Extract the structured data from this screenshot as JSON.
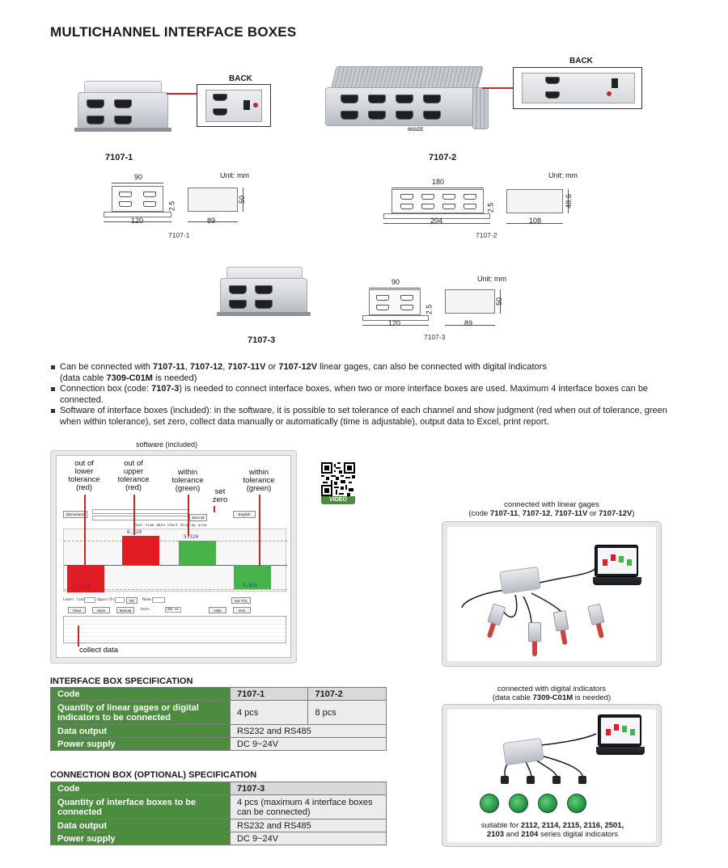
{
  "page_title": "MULTICHANNEL INTERFACE BOXES",
  "products": {
    "back_label": "BACK",
    "model_1": "7107-1",
    "model_2": "7107-2",
    "model_3": "7107-3",
    "brand": "INSIZE"
  },
  "dimensions": {
    "unit_label": "Unit: mm",
    "d7107_1": {
      "width_top": "90",
      "width_base": "120",
      "side_len": "89",
      "height": "50",
      "offset": "2.5",
      "caption": "7107-1"
    },
    "d7107_2": {
      "width_top": "180",
      "width_base": "204",
      "side_len": "108",
      "height": "48.6",
      "offset": "2.5",
      "caption": "7107-2"
    },
    "d7107_3": {
      "width_top": "90",
      "width_base": "120",
      "side_len": "89",
      "height": "50",
      "offset": "2.5",
      "caption": "7107-3"
    }
  },
  "bullets": {
    "b1_pre": "Can be connected with ",
    "b1_m1": "7107-11",
    "b1_sep1": ", ",
    "b1_m2": "7107-12",
    "b1_sep2": ", ",
    "b1_m3": "7107-11V",
    "b1_or": " or ",
    "b1_m4": "7107-12V",
    "b1_mid": " linear gages, can also be connected with digital indicators",
    "b1_l2_pre": "(data cable ",
    "b1_cable": "7309-C01M",
    "b1_l2_post": " is needed)",
    "b2_pre": "Connection box (code: ",
    "b2_code": "7107-3",
    "b2_post": ") is needed to connect interface boxes, when two or more interface boxes are used. Maximum 4 interface boxes can be connected.",
    "b3": "Software of interface boxes (included): in the software, it is possible to set tolerance of each channel and show judgment (red when out of tolerance, green when within tolerance), set zero, collect data manually or automatically (time is adjustable), output data to Excel, print report."
  },
  "software": {
    "caption": "software (included)",
    "ann_lower": "out of lower tolerance (red)",
    "ann_upper": "out of upper tolerance (red)",
    "ann_within1": "within tolerance (green)",
    "ann_setzero": "set zero",
    "ann_within2": "within tolerance (green)",
    "ann_collect": "collect data",
    "chart_title": "Real time data chart display area",
    "bar_values": [
      "- 7.220",
      "6.220",
      "5.320",
      "- 5.915"
    ],
    "btn_disconnect": "Disconnect",
    "btn_zero_all": "Zero all",
    "btn_english": "English",
    "btn_clear": "Clear",
    "btn_save": "Save",
    "btn_manual": "Manual",
    "chk_auto": "Auto",
    "auto_ms": "200 ms",
    "btn_help": "Help",
    "btn_exit": "Exit",
    "lbl_lower": "Lower limit",
    "lbl_upper": "Upper(0)",
    "btn_ok": "OK",
    "lbl_mode": "Mode",
    "btn_set_tol": "Set TOL"
  },
  "video_label": "VIDEO",
  "linear_panel": {
    "cap_line1": "connected with linear gages",
    "cap_l2_pre": "(code ",
    "m1": "7107-11",
    "sep1": ", ",
    "m2": "7107-12",
    "sep2": ", ",
    "m3": "7107-11V",
    "or": " or ",
    "m4": "7107-12V",
    "cap_l2_post": ")"
  },
  "digital_panel": {
    "cap_line1": "connected with digital indicators",
    "cap_l2_pre": "(data cable ",
    "cable": "7309-C01M",
    "cap_l2_post": " is needed)",
    "suit_pre": "suitable for  ",
    "suit_models": "2112, 2114, 2115, 2116, 2501,",
    "suit_models2": "2103",
    "suit_and": " and ",
    "suit_models3": "2104",
    "suit_post": " series digital indicators"
  },
  "spec_interface": {
    "title": "INTERFACE BOX SPECIFICATION",
    "rows": [
      {
        "key": "Code",
        "v1": "7107-1",
        "v2": "7107-2"
      },
      {
        "key": "Quantity of linear gages or digital indicators to be connected",
        "v1": "4 pcs",
        "v2": "8 pcs"
      },
      {
        "key": "Data output",
        "v": "RS232 and RS485"
      },
      {
        "key": "Power supply",
        "v": "DC 9~24V"
      }
    ]
  },
  "spec_connection": {
    "title": "CONNECTION BOX (OPTIONAL) SPECIFICATION",
    "rows": [
      {
        "key": "Code",
        "v": "7107-3"
      },
      {
        "key": "Quantity of interface boxes to be connected",
        "v": "4 pcs (maximum 4 interface boxes can be connected)"
      },
      {
        "key": "Data output",
        "v": "RS232 and RS485"
      },
      {
        "key": "Power supply",
        "v": "DC 9~24V"
      }
    ]
  }
}
